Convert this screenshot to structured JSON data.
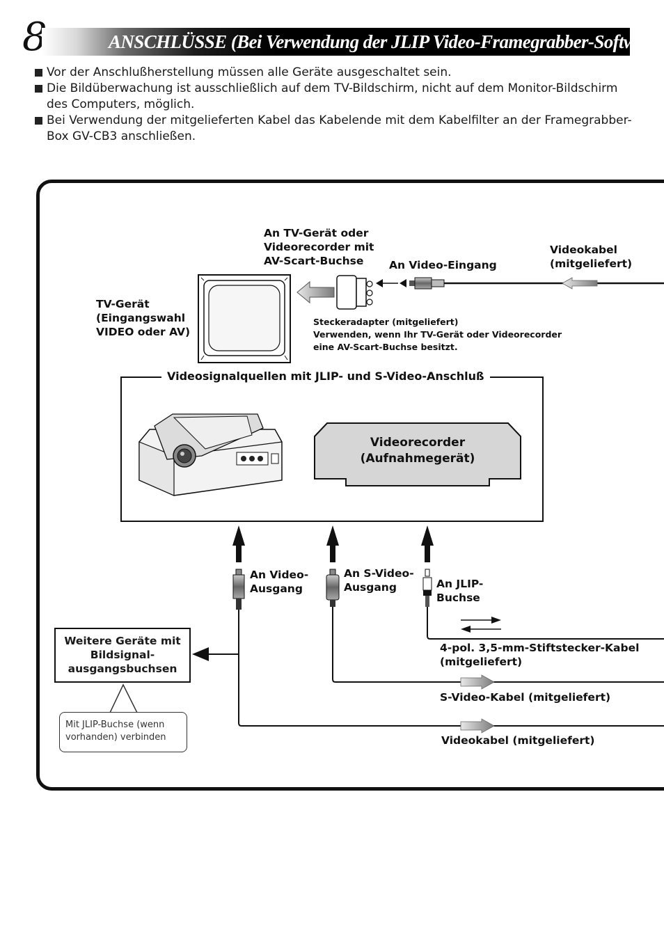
{
  "header": {
    "page_number": "8",
    "title": "ANSCHLÜSSE (Bei Verwendung der JLIP Video-Framegrabber-Software)"
  },
  "bullets": [
    "Vor der Anschlußherstellung müssen alle Geräte ausgeschaltet sein.",
    "Die Bildüberwachung ist ausschließlich auf dem TV-Bildschirm, nicht auf dem Monitor-Bildschirm des Computers, möglich.",
    "Bei Verwendung der mitgelieferten Kabel das Kabelende mit dem Kabelfilter an der Framegrabber-Box GV-CB3 anschließen."
  ],
  "diagram": {
    "tv_target_label": "An TV-Gerät oder\nVideorecorder mit\nAV-Scart-Buchse",
    "video_input_label": "An Video-Eingang",
    "video_cable_top_label": "Videokabel\n(mitgeliefert)",
    "tv_label": "TV-Gerät\n(Eingangswahl\nVIDEO oder AV)",
    "adapter_note": "Steckeradapter (mitgeliefert)\nVerwenden, wenn Ihr TV-Gerät oder Videorecorder\neine AV-Scart-Buchse besitzt.",
    "sources_title": "Videosignalquellen mit JLIP- und S-Video-Anschluß",
    "vcr_label": "Videorecorder\n(Aufnahmegerät)",
    "video_out_label": "An Video-\nAusgang",
    "svideo_out_label": "An S-Video-\nAusgang",
    "jlip_label": "An JLIP-\nBuchse",
    "other_devices_label": "Weitere Geräte mit\nBildsignal-\nausgangsbuchsen",
    "jlip_note": "Mit JLIP-Buchse (wenn\nvorhanden) verbinden",
    "jlip_cable_label": "4-pol. 3,5-mm-Stiftstecker-Kabel\n(mitgeliefert)",
    "svideo_cable_label": "S-Video-Kabel (mitgeliefert)",
    "video_cable_bottom_label": "Videokabel (mitgeliefert)"
  }
}
